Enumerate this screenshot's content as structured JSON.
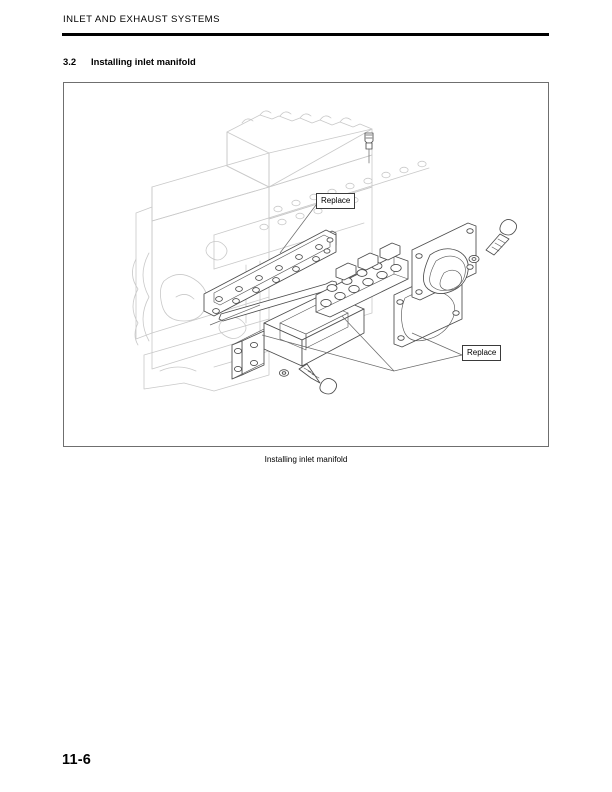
{
  "document": {
    "running_header": "INLET AND EXHAUST SYSTEMS",
    "page_number": "11-6"
  },
  "section": {
    "number": "3.2",
    "title": "Installing inlet manifold"
  },
  "figure": {
    "caption": "Installing inlet manifold",
    "callouts": [
      {
        "id": "callout-top",
        "label": "Replace"
      },
      {
        "id": "callout-bottom",
        "label": "Replace"
      }
    ]
  }
}
